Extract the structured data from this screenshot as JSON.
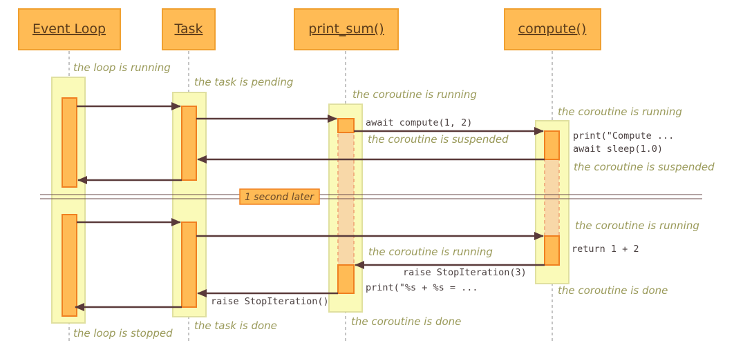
{
  "participants": {
    "event_loop": "Event Loop",
    "task": "Task",
    "print_sum": "print_sum()",
    "compute": "compute()"
  },
  "divider": {
    "label": "1 second later"
  },
  "states": {
    "loop_running": "the loop is running",
    "task_pending": "the task is pending",
    "printsum_running_1": "the coroutine is running",
    "compute_running_1": "the coroutine is running",
    "printsum_suspended": "the coroutine is suspended",
    "compute_suspended": "the coroutine is suspended",
    "compute_running_2": "the coroutine is running",
    "printsum_running_2": "the coroutine is running",
    "compute_done": "the coroutine is done",
    "printsum_done": "the coroutine is done",
    "task_done": "the task is done",
    "loop_stopped": "the loop is stopped"
  },
  "messages": {
    "await_compute": "await compute(1, 2)",
    "print_compute": "print(\"Compute ...",
    "await_sleep": "await sleep(1.0)",
    "return_sum": "return 1 + 2",
    "raise_stop_3": "raise StopIteration(3)",
    "print_result": "print(\"%s + %s = ...",
    "raise_stop": "raise StopIteration()"
  },
  "colors": {
    "participant_fill": "#ffbb55",
    "participant_stroke": "#f0a030",
    "activation_zone_fill": "#fafab8",
    "activation_zone_stroke": "#e0e0a0",
    "activation_fill": "#ffbb55",
    "activation_stroke": "#f08020",
    "suspended_fill": "#f8d8a8",
    "arrow": "#5a3a3a",
    "state_text": "#9a9a5a"
  }
}
